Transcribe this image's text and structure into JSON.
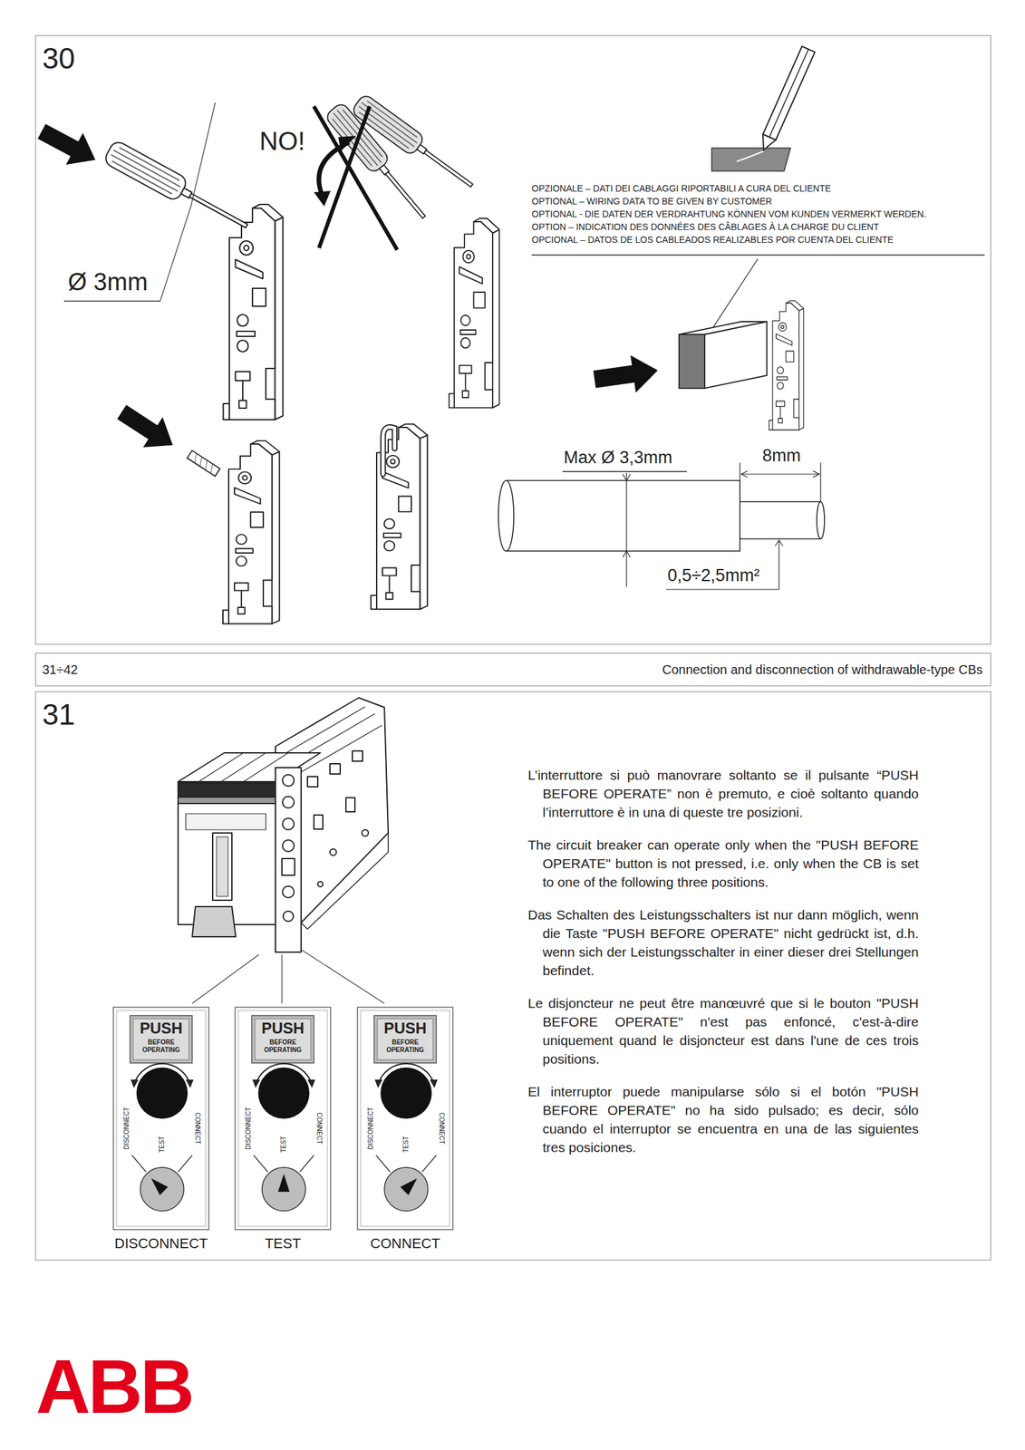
{
  "diagram": {
    "nodes": [
      {
        "text": [
          "30"
        ]
      },
      {
        "text": [
          "31÷42",
          "Connection and disconnection of withdrawable-type CBs"
        ]
      },
      {
        "text": [
          "31"
        ]
      },
      {
        "text": [
          "PUSH",
          "BEFORE OPERATING",
          "DISCONNECT",
          "TEST",
          "CONNECT",
          "DISCONNECT"
        ],
        "in": 2
      },
      {
        "text": [
          "PUSH",
          "BEFORE OPERATING",
          "DISCONNECT",
          "TEST",
          "CONNECT",
          "TEST"
        ],
        "in": 2
      },
      {
        "text": [
          "PUSH",
          "BEFORE OPERATING",
          "DISCONNECT",
          "TEST",
          "CONNECT",
          "CONNECT"
        ],
        "in": 2
      }
    ],
    "labels": [
      "NO!",
      "Ø 3mm",
      "OPZIONALE – DATI DEI CABLAGGI RIPORTABILI A CURA DEL CLIENTE",
      "OPTIONAL – WIRING DATA TO BE GIVEN BY CUSTOMER",
      "OPTIONAL - DIE DATEN DER VERDRAHTUNG KÖNNEN VOM KUNDEN VERMERKT WERDEN.",
      "OPTION – INDICATION DES DONNÉES DES CÂBLAGES À LA CHARGE DU CLIENT",
      "OPCIONAL – DATOS DE LOS CABLEADOS REALIZABLES POR CUENTA DEL CLIENTE",
      "Max Ø 3,3mm",
      "8mm",
      "0,5÷2,5mm²",
      "L’interruttore si può manovrare soltanto se il pulsante “PUSH BEFORE OPERATE” non è premuto, e cioè soltanto quando l’interruttore è in una di queste tre posizioni.",
      "The circuit breaker can operate only when the \"PUSH BEFORE OPERATE\" button is not pressed, i.e. only when the CB is set to one of the following three positions.",
      "Das Schalten des Leistungsschalters ist nur dann möglich, wenn die Taste \"PUSH BEFORE OPERATE\" nicht gedrückt ist, d.h. wenn sich der Leistungsschalter in einer dieser drei Stellungen befindet.",
      "Le disjoncteur ne peut être manœuvré que si le bouton \"PUSH BEFORE OPERATE\" n'est pas enfoncé, c'est-à-dire uniquement quand le disjoncteur est dans l'une de ces trois positions.",
      "El interruptor puede manipularse sólo si el botón \"PUSH BEFORE OPERATE\" no ha sido pulsado; es decir, sólo cuando el interruptor se encuentra en una de las siguientes tres posiciones.",
      "ABB"
    ]
  }
}
